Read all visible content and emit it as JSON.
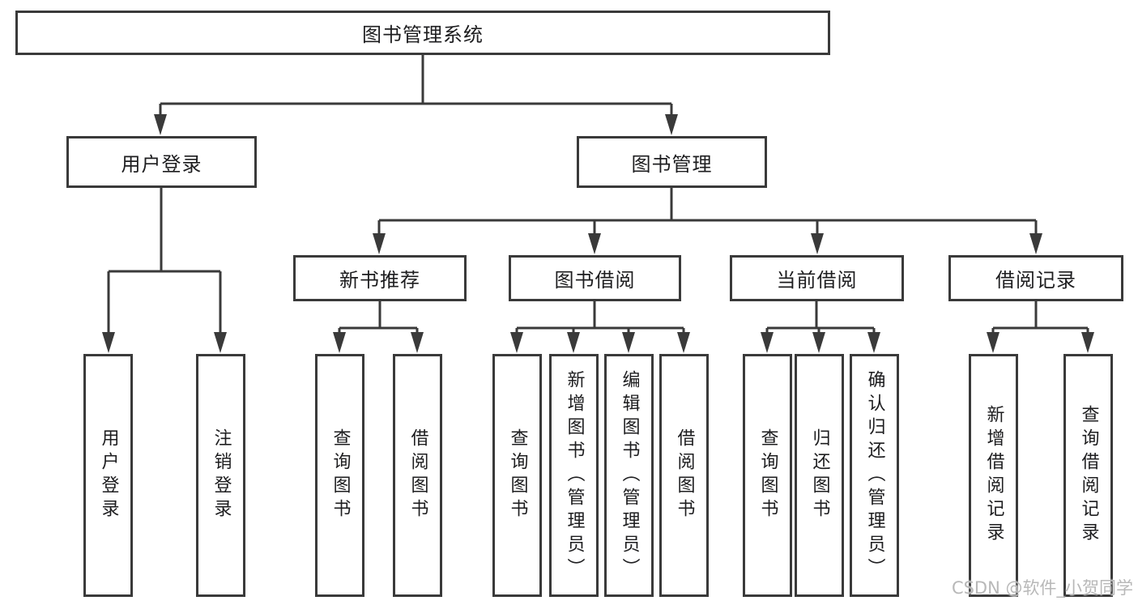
{
  "colors": {
    "background": "#ffffff",
    "line": "#3a3a3a",
    "box_fill": "#ffffff",
    "text": "#1d1d1f",
    "watermark": "#b8b8b8"
  },
  "watermark": "CSDN @软件_小贺同学",
  "tree": {
    "root": {
      "label": "图书管理系统"
    },
    "children": [
      {
        "label": "用户登录",
        "children": [
          {
            "label": "用户登录"
          },
          {
            "label": "注销登录"
          }
        ]
      },
      {
        "label": "图书管理",
        "children": [
          {
            "label": "新书推荐",
            "children": [
              {
                "label": "查询图书"
              },
              {
                "label": "借阅图书"
              }
            ]
          },
          {
            "label": "图书借阅",
            "children": [
              {
                "label": "查询图书"
              },
              {
                "label": "新增图书（管理员）"
              },
              {
                "label": "编辑图书（管理员）"
              },
              {
                "label": "借阅图书"
              }
            ]
          },
          {
            "label": "当前借阅",
            "children": [
              {
                "label": "查询图书"
              },
              {
                "label": "归还图书"
              },
              {
                "label": "确认归还（管理员）"
              }
            ]
          },
          {
            "label": "借阅记录",
            "children": [
              {
                "label": "新增借阅记录"
              },
              {
                "label": "查询借阅记录"
              }
            ]
          }
        ]
      }
    ]
  }
}
